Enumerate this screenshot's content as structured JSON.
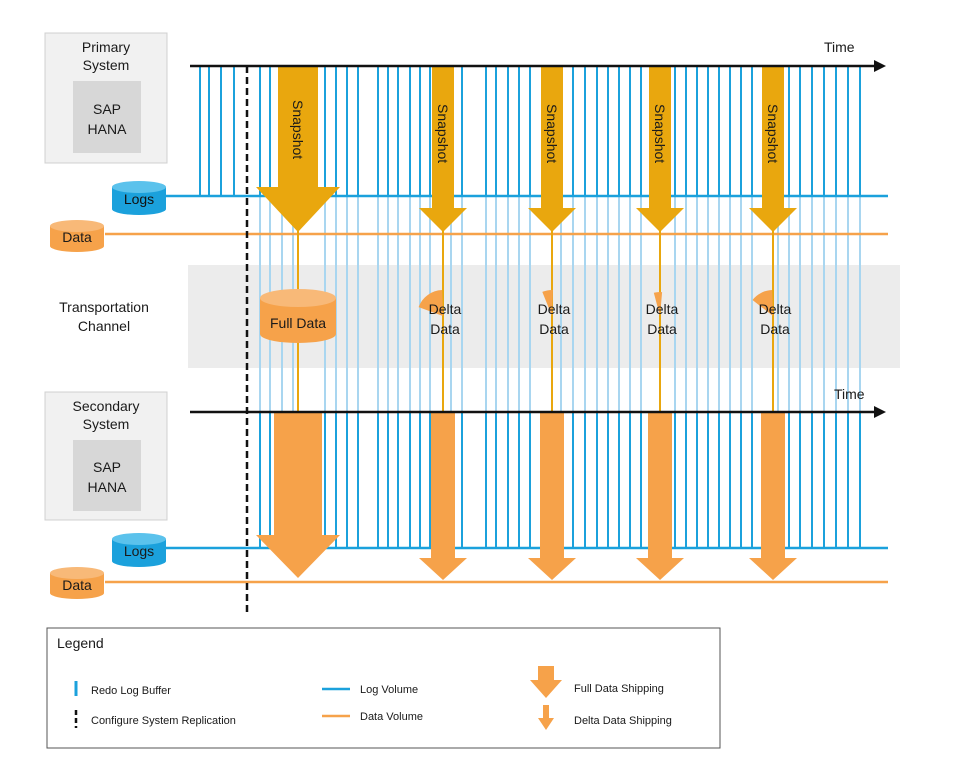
{
  "colors": {
    "log_blue": "#1ba1dc",
    "log_blue_light": "#a9d6f0",
    "data_orange": "#f6a24a",
    "snapshot_gold": "#e9a70e",
    "system_box": "#f1f1f1",
    "hana_box": "#d7d7d7",
    "channel_band": "#ececec",
    "axis": "#111111"
  },
  "primary": {
    "title_line1": "Primary",
    "title_line2": "System",
    "hana_line1": "SAP",
    "hana_line2": "HANA",
    "logs_label": "Logs",
    "data_label": "Data",
    "time_label": "Time"
  },
  "channel": {
    "label_line1": "Transportation",
    "label_line2": "Channel",
    "full_data": "Full Data",
    "delta_line1": "Delta",
    "delta_line2": "Data"
  },
  "secondary": {
    "title_line1": "Secondary",
    "title_line2": "System",
    "hana_line1": "SAP",
    "hana_line2": "HANA",
    "logs_label": "Logs",
    "data_label": "Data",
    "time_label": "Time"
  },
  "snapshot_label": "Snapshot",
  "legend": {
    "title": "Legend",
    "redo_log_buffer": "Redo Log Buffer",
    "configure_replication": "Configure System Replication",
    "log_volume": "Log Volume",
    "data_volume": "Data Volume",
    "full_shipping": "Full Data Shipping",
    "delta_shipping": "Delta Data Shipping"
  }
}
